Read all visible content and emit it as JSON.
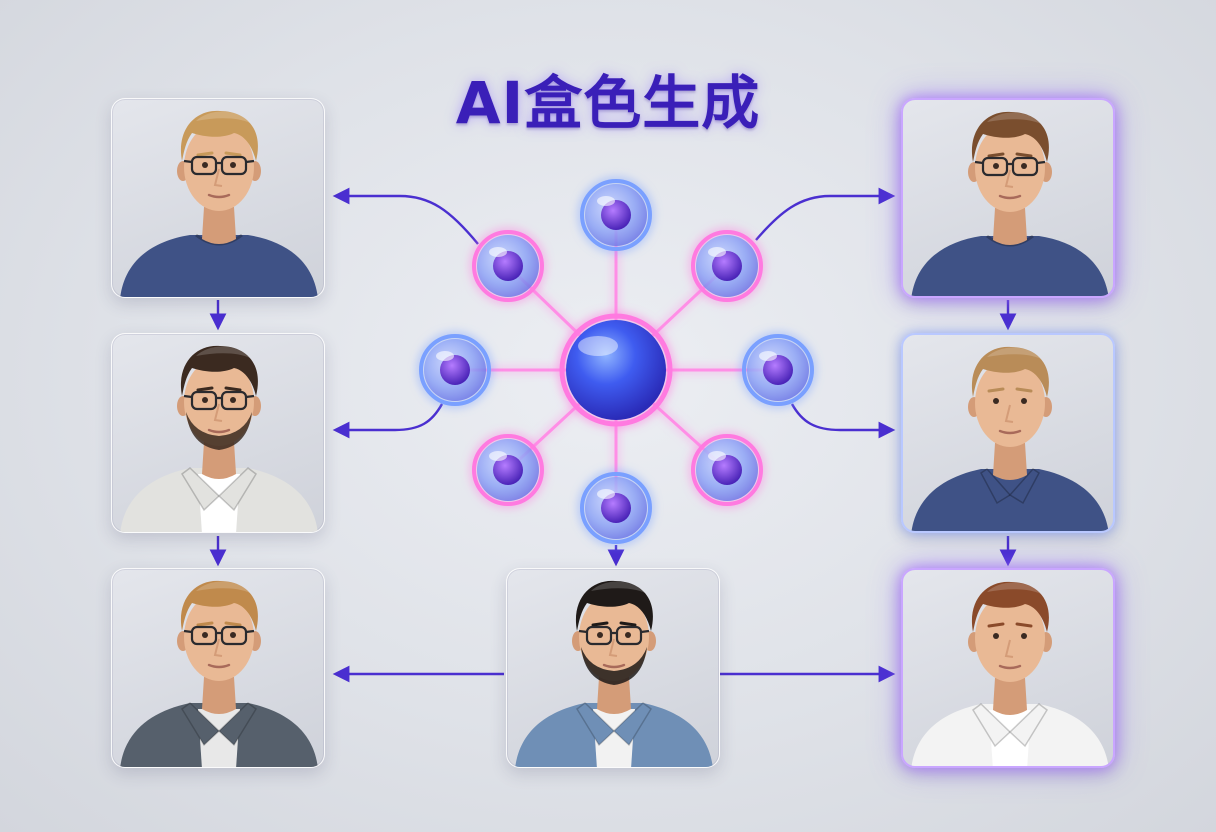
{
  "header": {
    "title": "AI盒色生成"
  },
  "colors": {
    "accent": "#3a1fb8",
    "arrow": "#4a2fd0",
    "node_pink": "#ff7ae0",
    "node_blue": "#6a8cff",
    "shirt_navy": "#3f5286",
    "shirt_light": "#e6e6e4",
    "shirt_denim": "#6f8fb6",
    "shirt_grey": "#5b6470",
    "shirt_white": "#f3f3f3"
  },
  "portraits": [
    {
      "id": "top-left",
      "hair": "#c89a5a",
      "glasses": true,
      "beard": false,
      "top": "tee",
      "shirt": "#3f5286"
    },
    {
      "id": "mid-left",
      "hair": "#3b2a20",
      "glasses": true,
      "beard": true,
      "top": "open-shirt",
      "shirt": "#e2e2df",
      "inner": "#ffffff"
    },
    {
      "id": "bottom-left",
      "hair": "#c08a4c",
      "glasses": true,
      "beard": false,
      "top": "open-shirt",
      "shirt": "#56606c",
      "inner": "#e8e8e8"
    },
    {
      "id": "bottom-center",
      "hair": "#1f1a18",
      "glasses": true,
      "beard": true,
      "top": "open-shirt",
      "shirt": "#6f8fb6",
      "inner": "#f2f2f2"
    },
    {
      "id": "top-right",
      "hair": "#7a4e2e",
      "glasses": true,
      "beard": false,
      "top": "tee",
      "shirt": "#3f5286"
    },
    {
      "id": "mid-right",
      "hair": "#b98c58",
      "glasses": false,
      "beard": false,
      "top": "polo",
      "shirt": "#3f5286"
    },
    {
      "id": "bottom-right",
      "hair": "#8a4a2a",
      "glasses": false,
      "beard": false,
      "top": "open-shirt",
      "shirt": "#f3f3f3",
      "inner": "#ffffff"
    }
  ]
}
